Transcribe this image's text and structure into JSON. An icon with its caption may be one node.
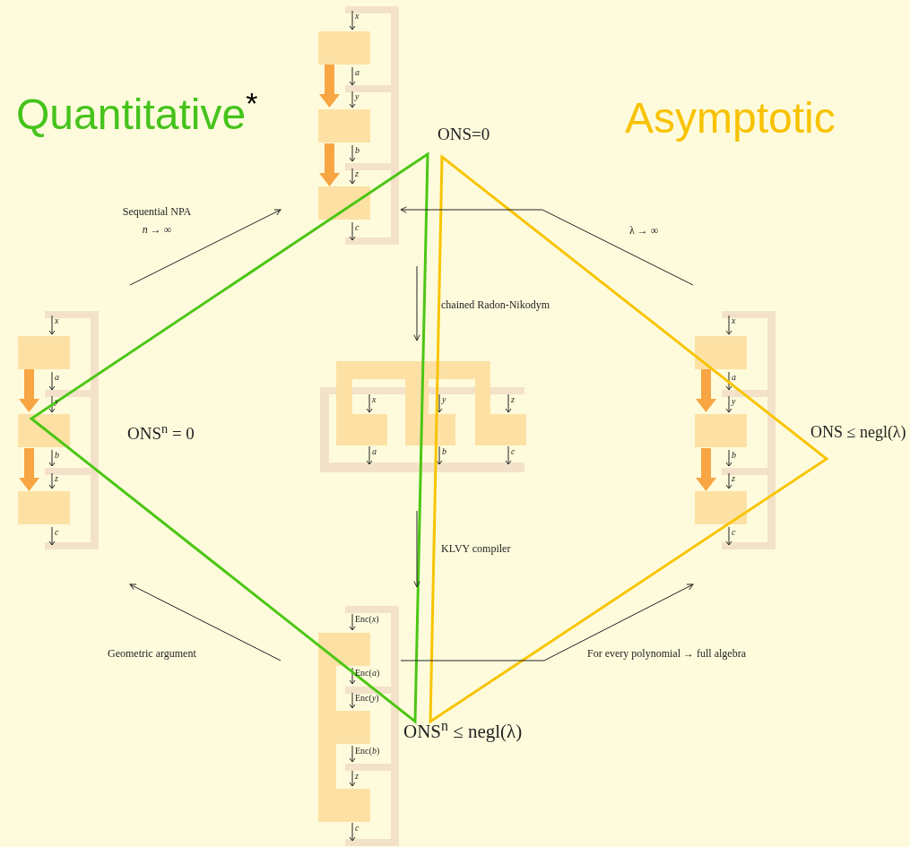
{
  "diagram": {
    "nodes": [
      {
        "text": [
          "x",
          "a",
          "y",
          "b",
          "z",
          "c"
        ],
        "beside": [
          "ONS=0"
        ]
      },
      {
        "text": [
          "x",
          "a",
          "y",
          "b",
          "z",
          "c"
        ],
        "beside": [
          "ONS$^{n}$ = 0"
        ]
      },
      {
        "text": [
          "x",
          "y",
          "z",
          "a",
          "b",
          "c"
        ]
      },
      {
        "text": [
          "x",
          "a",
          "y",
          "b",
          "z",
          "c"
        ],
        "beside": [
          "ONS ≤ negl(λ)"
        ]
      },
      {
        "text": [
          "Enc(*x*)",
          "Enc(*a*)",
          "Enc(*y*)",
          "Enc(*b*)",
          "*z*",
          "*c*"
        ],
        "beside": [
          "ONS$^{n}$ ≤ negl(λ)"
        ]
      }
    ],
    "edges": [
      {
        "from": 1,
        "to": 0,
        "arrow": "to",
        "label": "Sequential NPA *n* → ∞"
      },
      {
        "from": 3,
        "to": 0,
        "arrow": "to",
        "label": "λ → ∞"
      },
      {
        "from": 0,
        "to": 2,
        "arrow": "to",
        "label": "chained Radon-Nikodym"
      },
      {
        "from": 2,
        "to": 4,
        "arrow": "to",
        "label": "KLVY compiler"
      },
      {
        "from": 4,
        "to": 1,
        "arrow": "to",
        "label": "Geometric argument"
      },
      {
        "from": 4,
        "to": 3,
        "arrow": "to",
        "label": "For every polynomial → full algebra"
      }
    ],
    "labels": [
      "Quantitative$^{*}$",
      "Asymptotic"
    ]
  }
}
